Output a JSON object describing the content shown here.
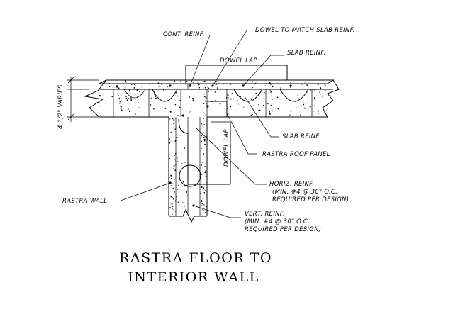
{
  "labels": {
    "cont_reinf": "CONT. REINF.",
    "dowel_to_match": "DOWEL TO MATCH SLAB REINF.",
    "dowel_lap_top": "DOWEL LAP",
    "slab_reinf_top": "SLAB REINF.",
    "varies": "4 1/2\" VARIES",
    "slab_reinf_lower": "SLAB REINF.",
    "rastra_roof_panel": "RASTRA ROOF PANEL",
    "dowel_lap_vertical": "DOWEL LAP",
    "horiz_reinf_1": "HORIZ. REINF.",
    "horiz_reinf_2": "(MIN. #4 @ 30\" O.C.",
    "horiz_reinf_3": "REQUIRED PER DESIGN)",
    "rastra_wall": "RASTRA WALL",
    "vert_reinf_1": "VERT. REINF.",
    "vert_reinf_2": "(MIN. #4 @ 30\" O.C.",
    "vert_reinf_3": "REQUIRED PER DESIGN)"
  },
  "title": {
    "line1": "RASTRA FLOOR TO",
    "line2": "INTERIOR WALL"
  }
}
